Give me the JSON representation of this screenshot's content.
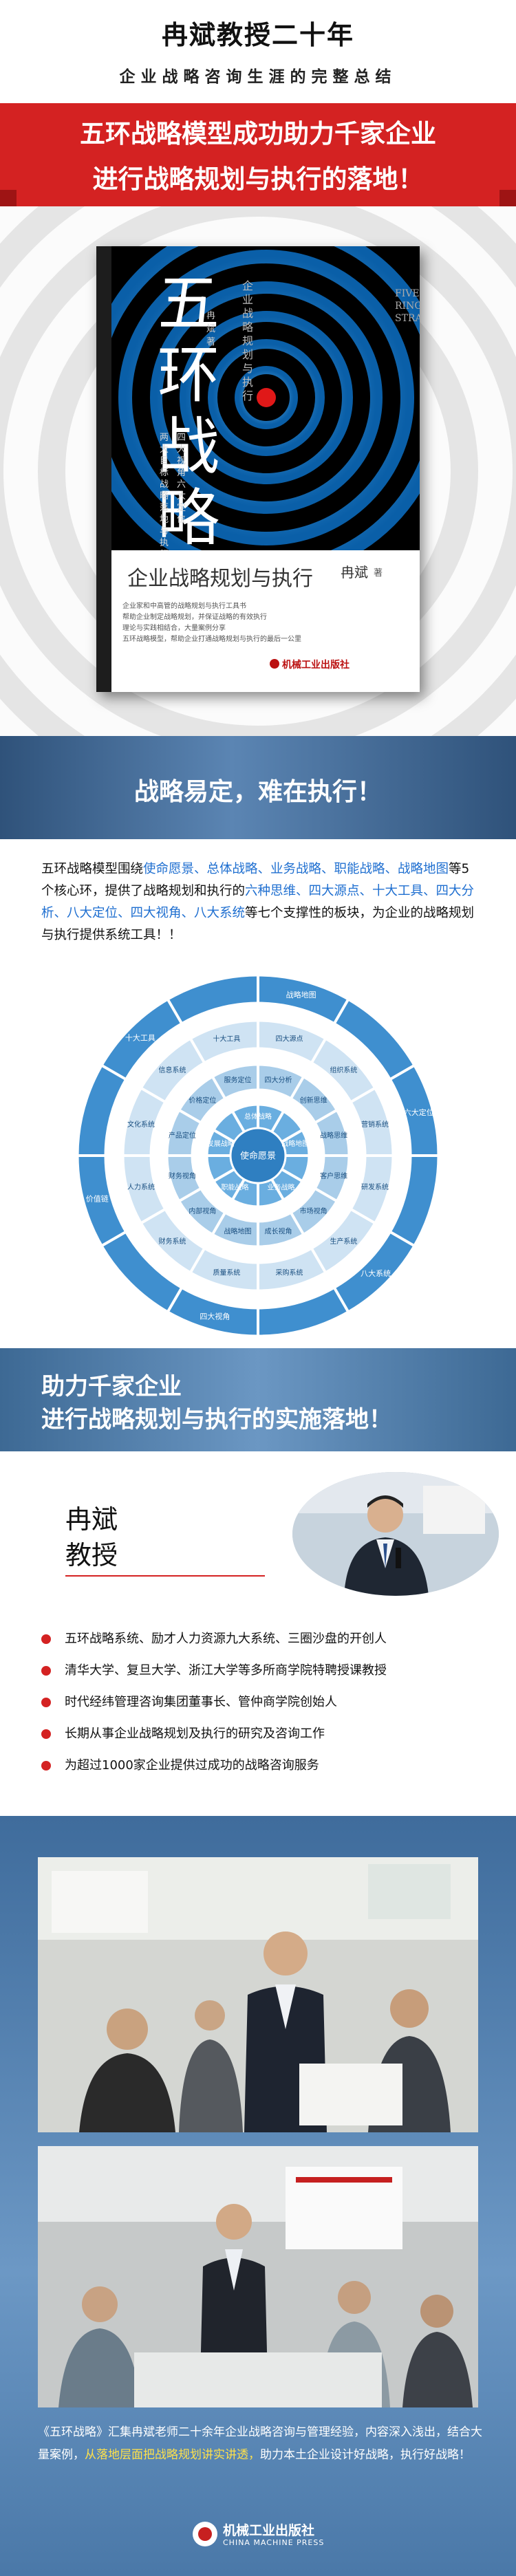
{
  "header": {
    "title": "冉斌教授二十年",
    "subtitle": "企业战略咨询生涯的完整总结"
  },
  "red_banner": {
    "line1": "五环战略模型成功助力千家企业",
    "line2": "进行战略规划与执行的落地！"
  },
  "book": {
    "title_chars": [
      "五",
      "环",
      "战",
      "略"
    ],
    "spine_sub": "企业战略规划与执行",
    "english_title": "FIVE RINGS STRATEGY",
    "author_small": "冉斌 著",
    "vertical_line1": "两大目标 战略落地与执行",
    "vertical_line2": "四大视角 六大定位",
    "cover_title": "企业战略规划与执行",
    "cover_author": "冉斌",
    "cover_author_suffix": "著",
    "bullets": [
      "企业家和中高管的战略规划与执行工具书",
      "帮助企业制定战略规划，并保证战略的有效执行",
      "理论与实践相结合，大量案例分享",
      "五环战略模型，帮助企业打通战略规划与执行的最后一公里"
    ],
    "publisher": "机械工业出版社"
  },
  "banner1": {
    "text": "战略易定，难在执行！"
  },
  "intro": {
    "p1": "五环战略模型围绕",
    "p2": "使命愿景、总体战略、业务战略、职能战略、战略地图",
    "p3": "等5个核心环，提供了战略规划和执行的",
    "p4": "六种思维、四大源点、十大工具、四大分析、八大定位、四大视角、八大系统",
    "p5": "等七个支撑性的板块，为企业的战略规划与执行提供系统工具！！"
  },
  "wheel": {
    "center": "使命愿景",
    "ring1": [
      "总体战略",
      "战略地图",
      "业务战略",
      "职能战略",
      "发展战略"
    ],
    "ring2": [
      "四大分析",
      "创新思维",
      "战略思维",
      "客户思维",
      "市场视角",
      "成长视角",
      "战略地图",
      "内部视角",
      "财务视角",
      "产品定位",
      "价格定位",
      "服务定位"
    ],
    "ring3": [
      "四大源点",
      "组织系统",
      "营销系统",
      "研发系统",
      "生产系统",
      "采购系统",
      "质量系统",
      "财务系统",
      "人力系统",
      "文化系统",
      "信息系统",
      "十大工具"
    ],
    "spokes": [
      "战略地图",
      "六大定位",
      "八大系统",
      "四大视角",
      "价值链",
      "十大工具"
    ]
  },
  "banner2": {
    "line1": "助力千家企业",
    "line2": "进行战略规划与执行的实施落地！"
  },
  "profile": {
    "name": "冉斌",
    "title": "教授",
    "items": [
      "五环战略系统、励才人力资源九大系统、三圈沙盘的开创人",
      "清华大学、复旦大学、浙江大学等多所商学院特聘授课教授",
      "时代经纬管理咨询集团董事长、管仲商学院创始人",
      "长期从事企业战略规划及执行的研究及咨询工作",
      "为超过1000家企业提供过成功的战略咨询服务"
    ]
  },
  "photos": {
    "cap1": "《五环战略》汇集冉斌老师二十余年企业战略咨询与管理经验，内容深入浅出，结合大量案例，",
    "cap2": "从落地层面把战略规划讲实讲透，",
    "cap3": "助力本土企业设计好战略，执行好战略！",
    "logo_cn": "机械工业出版社",
    "logo_en": "CHINA MACHINE PRESS"
  },
  "colors": {
    "red": "#d42222",
    "blue_banner": "#4a78a8",
    "highlight": "#1f6fd0",
    "wheel_blue": "#4a9ad4"
  }
}
